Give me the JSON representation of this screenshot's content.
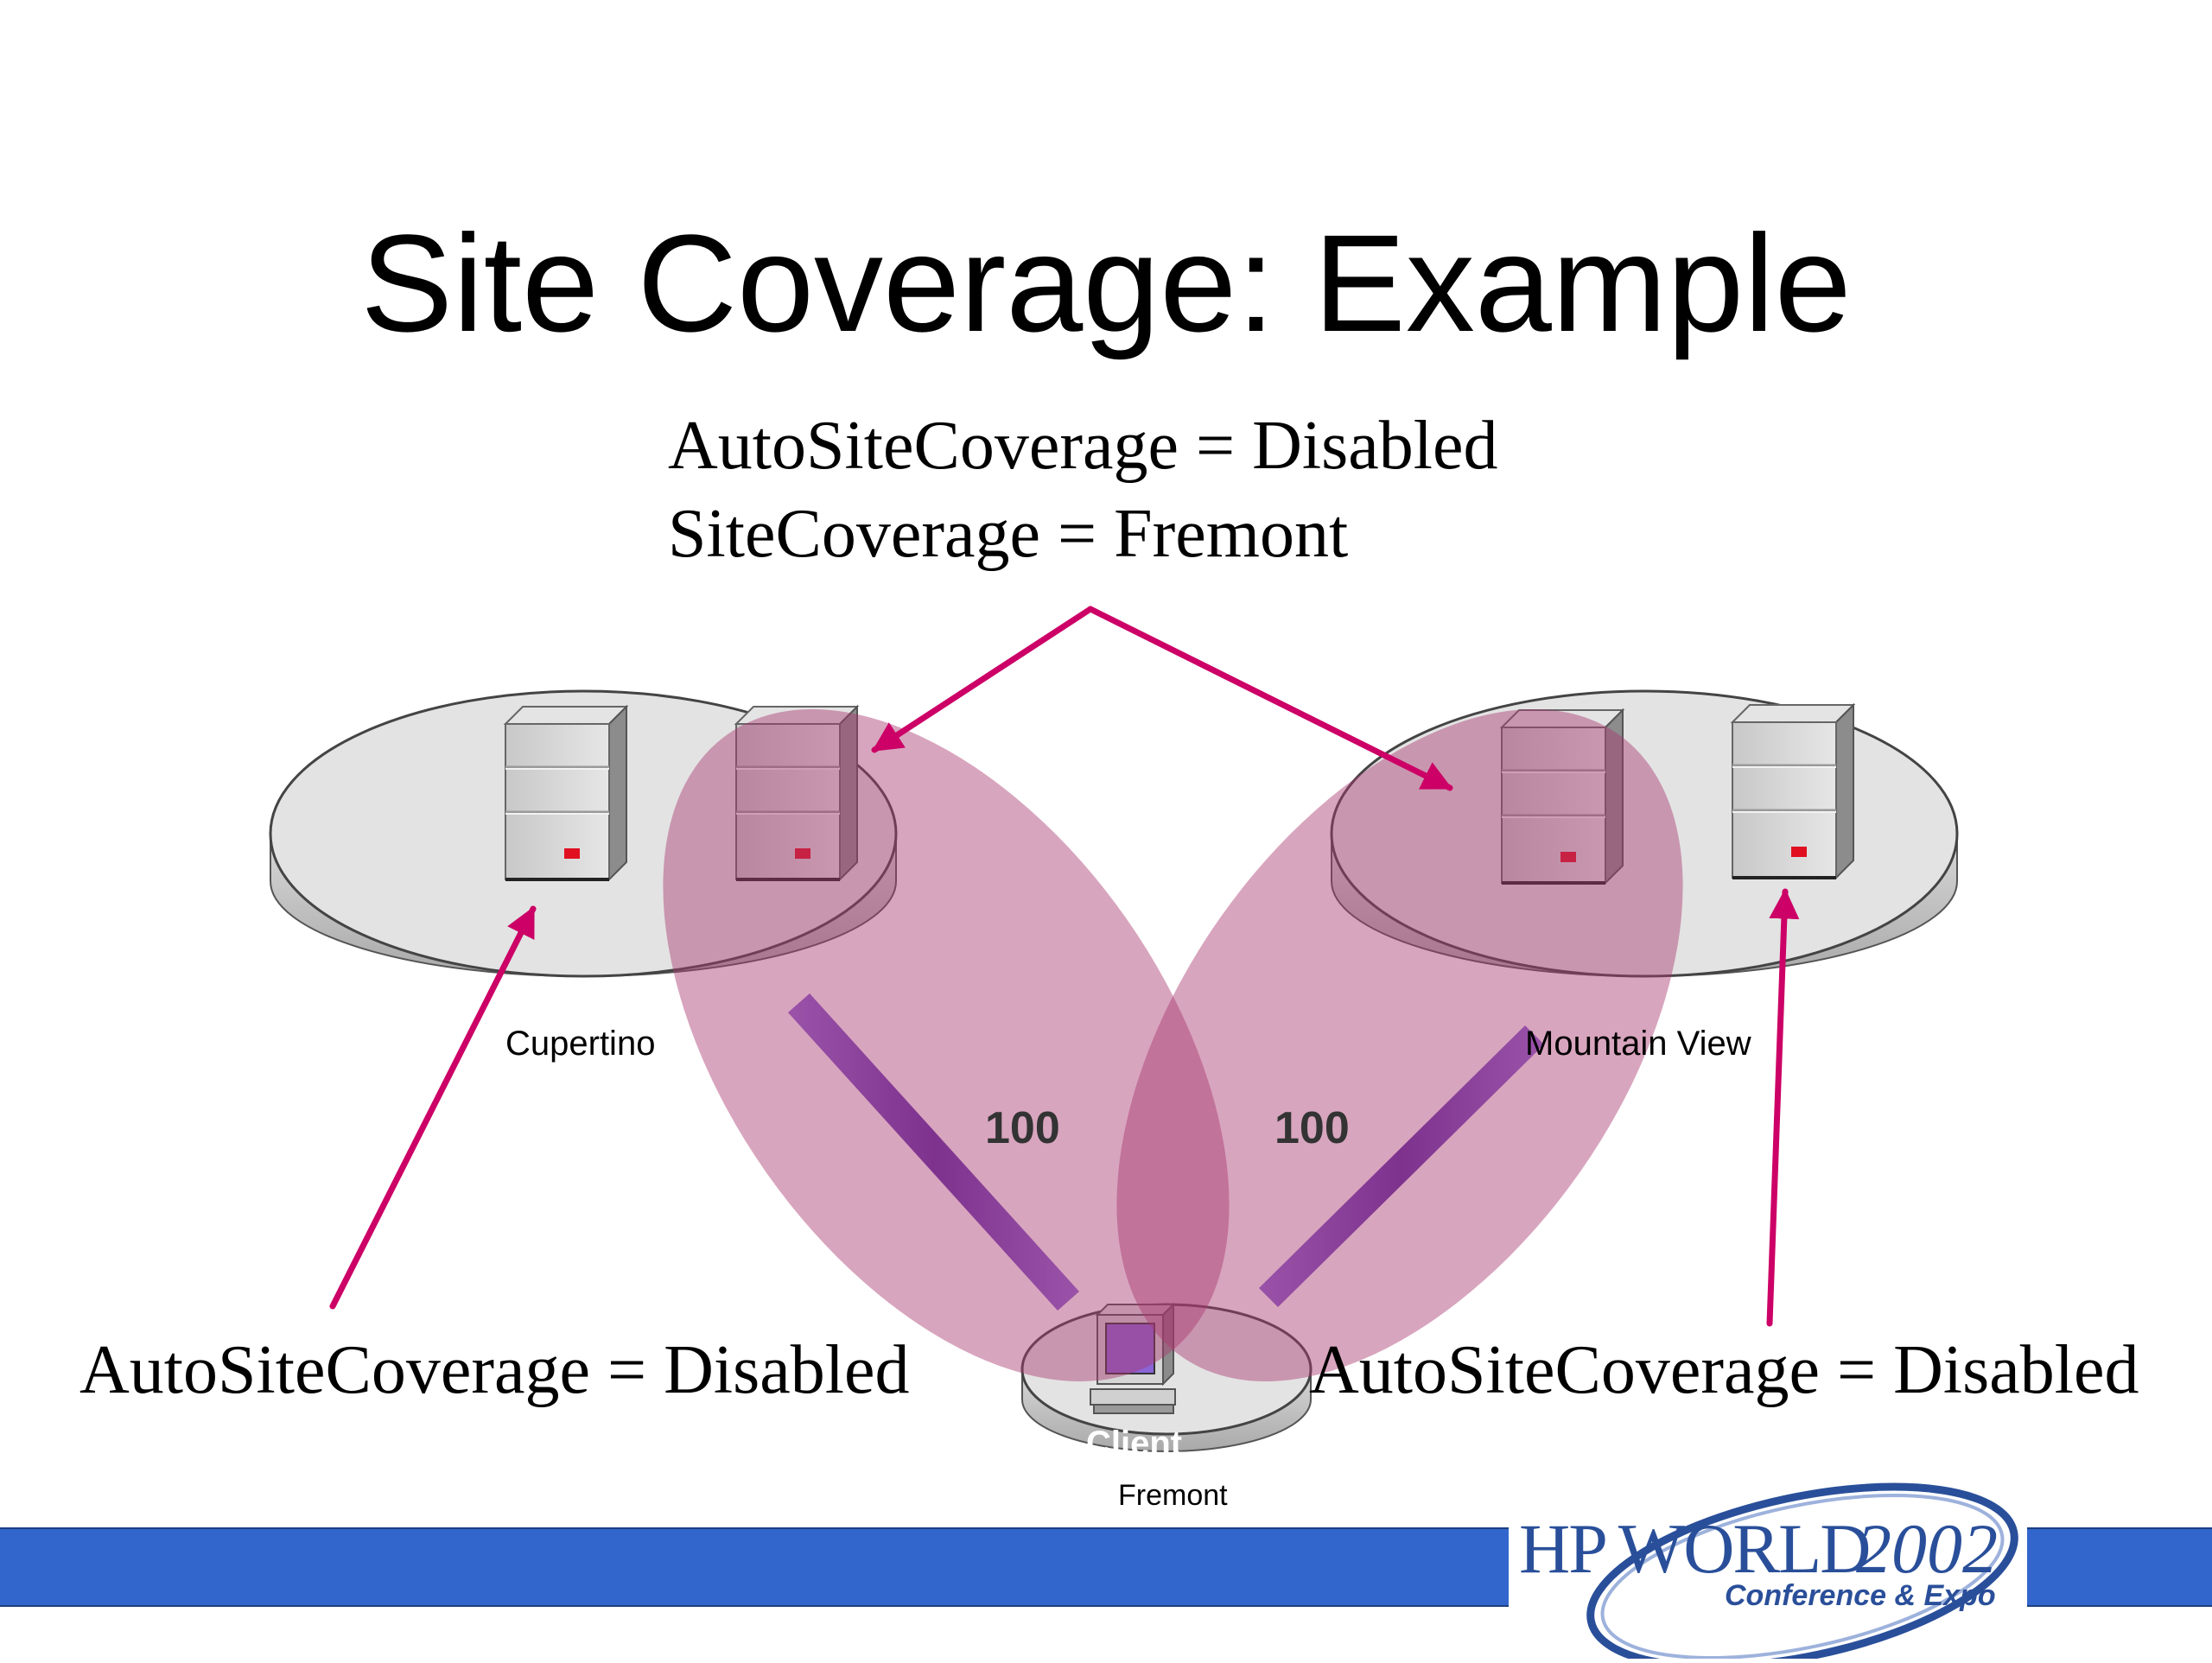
{
  "title": "Site Coverage: Example",
  "top_annotation": {
    "line1": "AutoSiteCoverage = Disabled",
    "line2": "SiteCoverage = Fremont"
  },
  "left_annotation": "AutoSiteCoverage = Disabled",
  "right_annotation": "AutoSiteCoverage = Disabled",
  "sites": {
    "cupertino": "Cupertino",
    "mountain_view": "Mountain View",
    "fremont": "Fremont"
  },
  "client_label": "Client",
  "link_costs": {
    "left": "100",
    "right": "100"
  },
  "logo": {
    "brand": "HP WORLD",
    "year": "2002",
    "subtitle": "Conference & Expo"
  },
  "colors": {
    "arrow": "#cc0066",
    "coverage_fill": "#a8386e",
    "link": "#6a3fb0",
    "footer_bar": "#3266cc",
    "logo": "#2a4f9a"
  }
}
